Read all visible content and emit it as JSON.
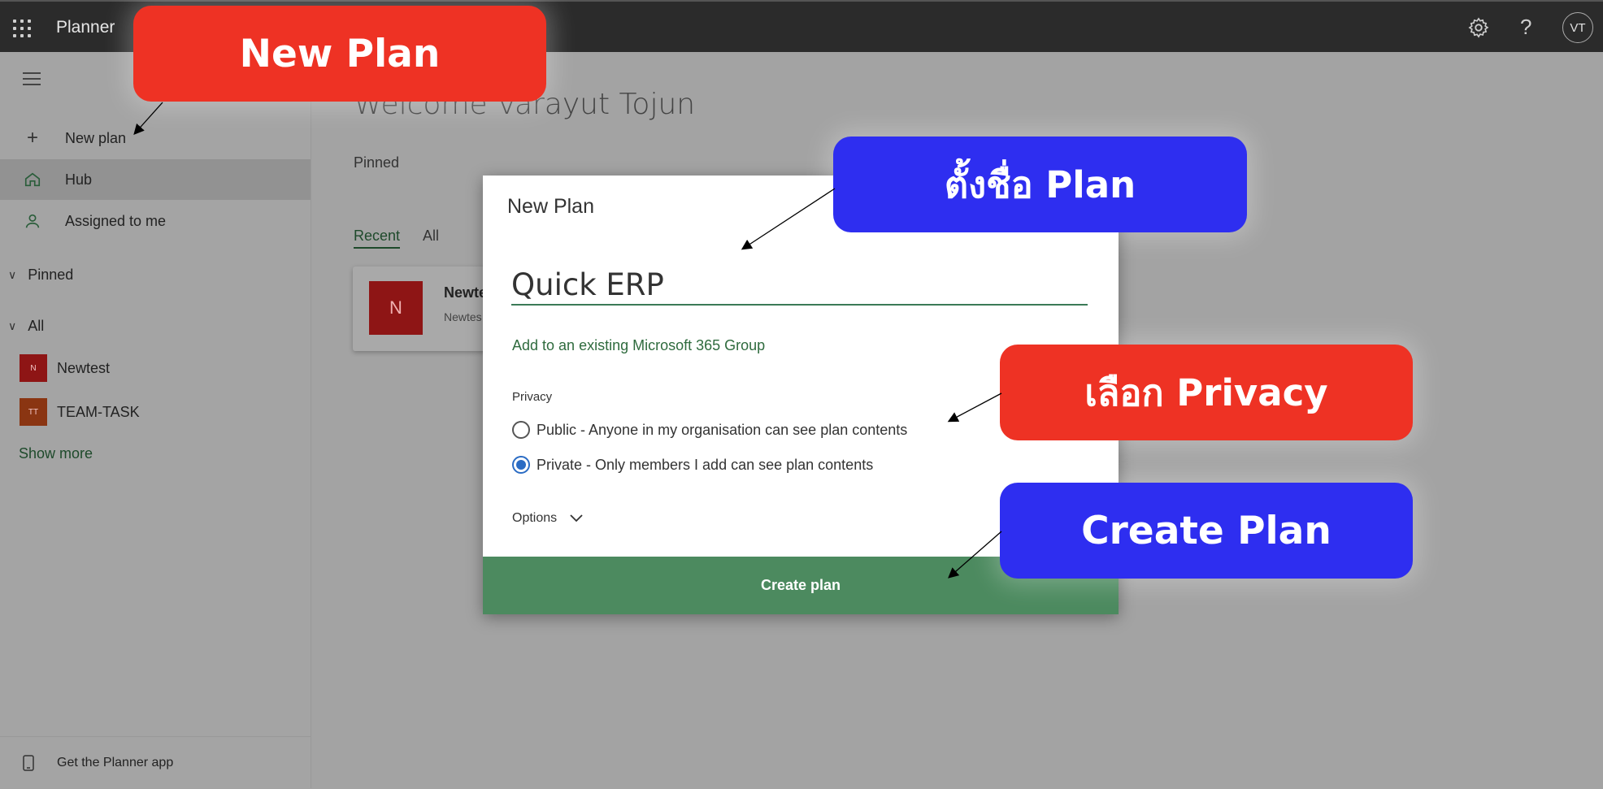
{
  "topbar": {
    "app_name": "Planner",
    "avatar": "VT",
    "help": "?"
  },
  "sidebar": {
    "nav": [
      {
        "label": "New plan",
        "icon": "+"
      },
      {
        "label": "Hub",
        "icon": "home-icon"
      },
      {
        "label": "Assigned to me",
        "icon": "person-icon"
      }
    ],
    "pinned_label": "Pinned",
    "all_label": "All",
    "plans": [
      {
        "initials": "N",
        "name": "Newtest",
        "color": "#8e1515"
      },
      {
        "initials": "TT",
        "name": "TEAM-TASK",
        "color": "#8a3512"
      }
    ],
    "show_more": "Show more",
    "footer": "Get the Planner app"
  },
  "main": {
    "welcome": "Welcome Varayut Tojun",
    "pinned": "Pinned",
    "tabs": [
      "Recent",
      "All"
    ],
    "card": {
      "initial": "N",
      "title": "Newte",
      "sub": "Newtes"
    }
  },
  "dialog": {
    "title": "New Plan",
    "plan_name": "Quick ERP",
    "add_group_link": "Add to an existing Microsoft 365 Group",
    "privacy_label": "Privacy",
    "options": [
      {
        "label": "Public - Anyone in my organisation can see plan contents",
        "selected": false
      },
      {
        "label": "Private - Only members I add can see plan contents",
        "selected": true
      }
    ],
    "more_options": "Options",
    "create_button": "Create plan"
  },
  "callouts": {
    "new_plan": "New Plan",
    "name_plan": "ตั้งชื่อ Plan",
    "privacy": "เลือก Privacy",
    "create_plan": "Create Plan"
  },
  "colors": {
    "accent": "#4c8a5f",
    "callout_red": "#ee3224",
    "callout_blue": "#2e2ef0"
  }
}
